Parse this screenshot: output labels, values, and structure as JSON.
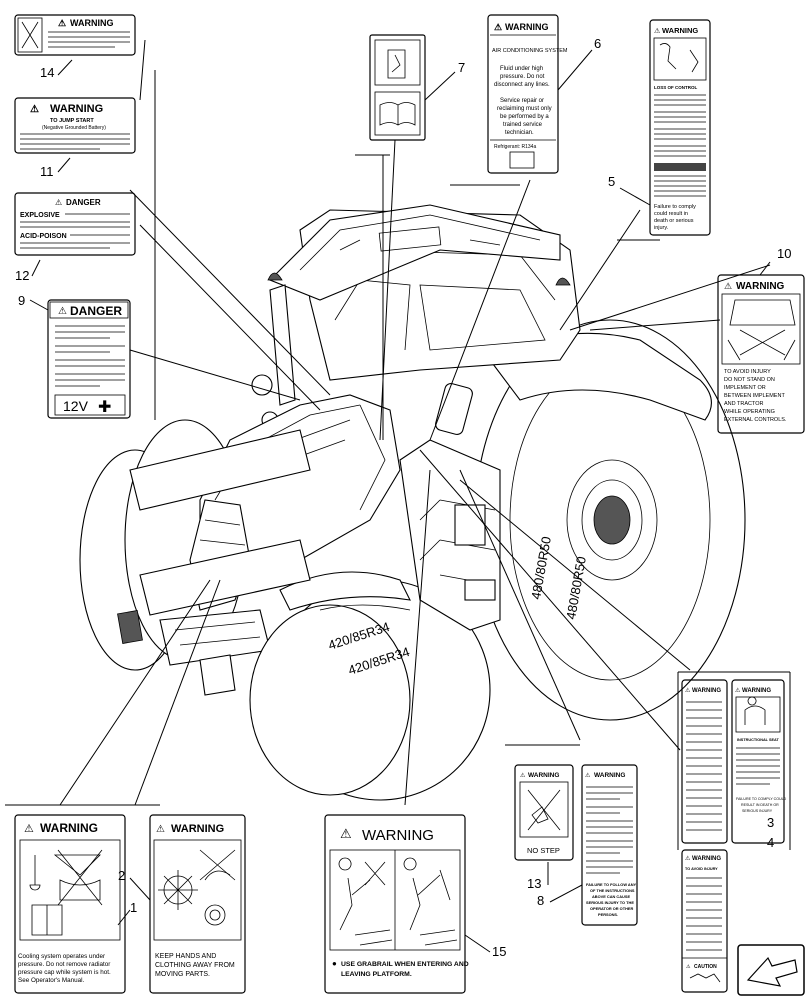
{
  "callouts": [
    "1",
    "2",
    "3",
    "4",
    "5",
    "6",
    "7",
    "8",
    "9",
    "10",
    "11",
    "12",
    "13",
    "14",
    "15"
  ],
  "decals": {
    "warning": "WARNING",
    "danger": "DANGER",
    "caution": "CAUTION",
    "d6_title": "AIR CONDITIONING SYSTEM",
    "d6_l1": "Fluid under high",
    "d6_l2": "pressure. Do not",
    "d6_l3": "disconnect any lines.",
    "d6_l4": "Service repair or",
    "d6_l5": "reclaiming must only",
    "d6_l6": "be performed by a",
    "d6_l7": "trained service",
    "d6_l8": "technician.",
    "d6_ref": "Refrigerant: R134a",
    "d11_title": "TO JUMP START",
    "d11_sub": "(Negative Grounded Battery)",
    "d12_explosive": "EXPLOSIVE",
    "d12_acid": "ACID-POISON",
    "d9_volt": "12V",
    "d5_head": "LOSS OF CONTROL",
    "d5_foot1": "Failure to comply",
    "d5_foot2": "could result in",
    "d5_foot3": "death or serious",
    "d5_foot4": "injury.",
    "d10_l1": "TO AVOID INJURY",
    "d10_l2": "DO NOT STAND ON",
    "d10_l3": "IMPLEMENT OR",
    "d10_l4": "BETWEEN IMPLEMENT",
    "d10_l5": "AND TRACTOR",
    "d10_l6": "WHILE OPERATING",
    "d10_l7": "EXTERNAL CONTROLS.",
    "d3_head": "INSTRUCTIONAL SEAT",
    "d3_foot1": "FAILURE TO COMPLY COULD",
    "d3_foot2": "RESULT IN DEATH OR",
    "d3_foot3": "SERIOUS INJURY",
    "d13_nostep": "NO STEP",
    "d8_f1": "FAILURE TO FOLLOW ANY",
    "d8_f2": "OF THE INSTRUCTIONS",
    "d8_f3": "ABOVE CAN CAUSE",
    "d8_f4": "SERIOUS INJURY TO THE",
    "d8_f5": "OPERATOR OR OTHER",
    "d8_f6": "PERSONS.",
    "d1_l1": "Cooling system operates under",
    "d1_l2": "pressure. Do not remove radiator",
    "d1_l3": "pressure cap while system is hot.",
    "d1_l4": "See Operator's Manual.",
    "d2_l1": "KEEP HANDS AND",
    "d2_l2": "CLOTHING AWAY FROM",
    "d2_l3": "MOVING PARTS.",
    "d15_l1": "USE GRABRAIL WHEN ENTERING AND",
    "d15_l2": "LEAVING PLATFORM.",
    "d4_head": "TO AVOID INJURY",
    "tire_front": "420/85R34",
    "tire_front2": "420/85R34",
    "tire_rear": "480/80R50",
    "tire_rear2": "480/80R50"
  }
}
